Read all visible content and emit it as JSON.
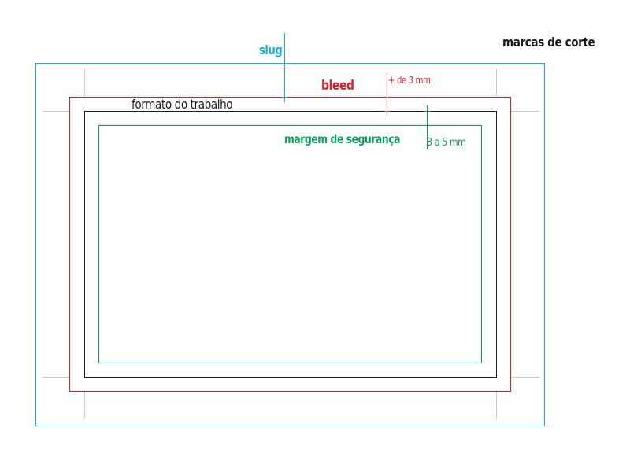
{
  "labels": {
    "slug": "slug",
    "bleed": "bleed",
    "bleed_measure": "+ de 3 mm",
    "job_format": "formato do trabalho",
    "safety_margin": "margem de segurança",
    "safety_measure": "3 a 5 mm",
    "crop_marks": "marcas de corte"
  },
  "colors": {
    "slug": "#1aaed0",
    "bleed": "#e0202a",
    "job_format": "#1a1a1a",
    "safety_margin": "#0c9a5a",
    "crop_marks": "#1a1a1a",
    "crop_mark_lines": "#c8c8c8"
  }
}
